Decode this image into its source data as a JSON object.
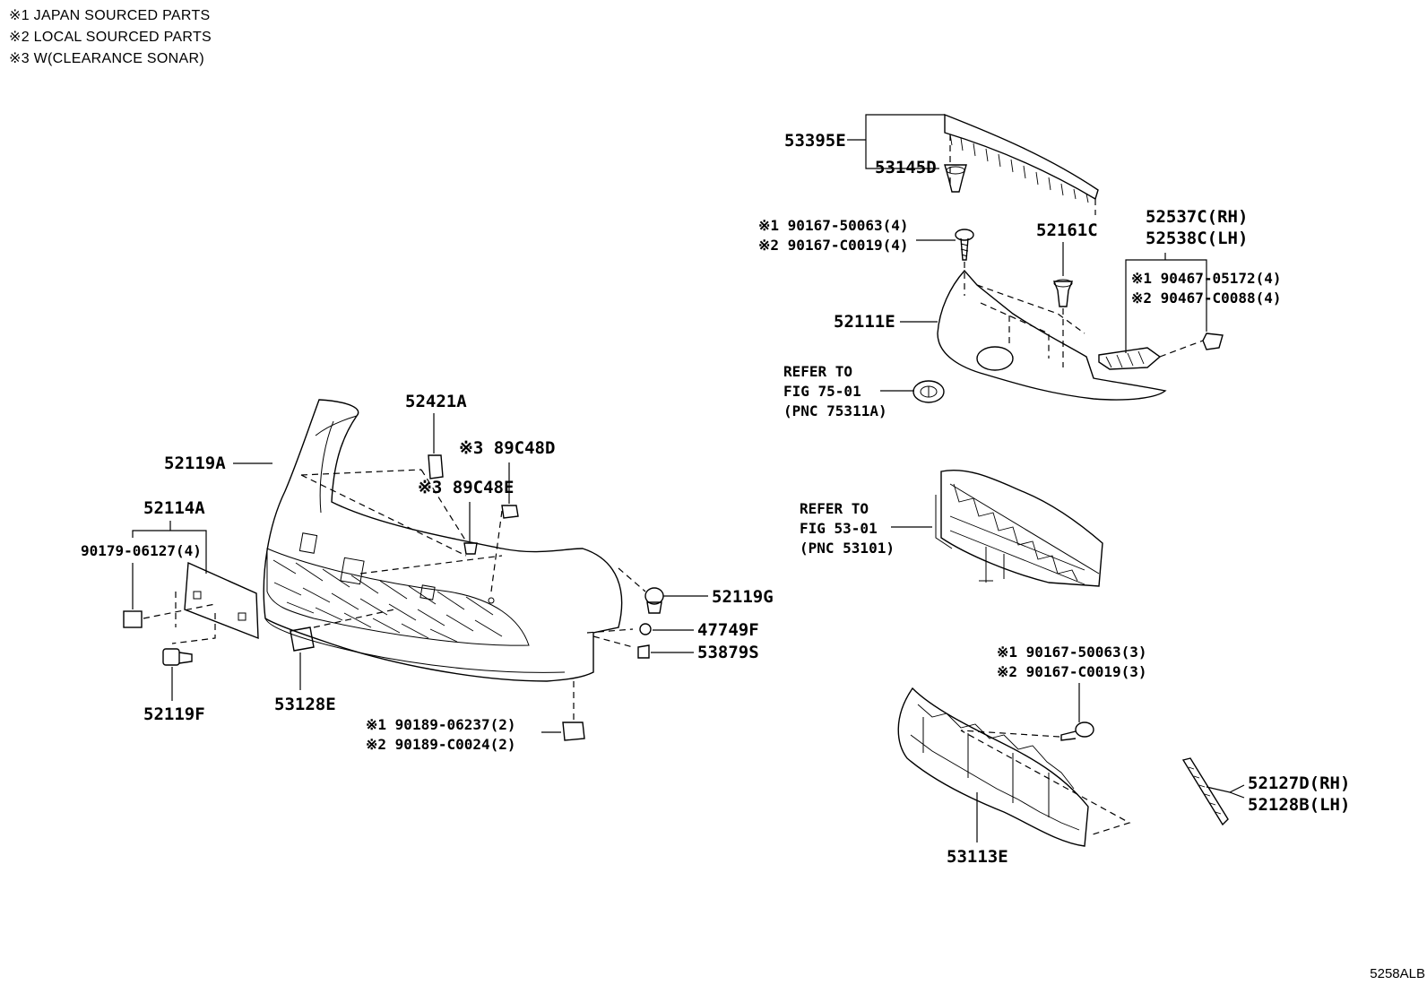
{
  "notes": [
    "※1 JAPAN SOURCED PARTS",
    "※2 LOCAL SOURCED PARTS",
    "※3 W(CLEARANCE SONAR)"
  ],
  "figure_id": "5258ALB",
  "callouts": {
    "p53395E": "53395E",
    "p53145D": "53145D",
    "p190167_50063_4": "※1 90167-50063(4)",
    "p290167_C0019_4": "※2 90167-C0019(4)",
    "p52161C": "52161C",
    "p52537C": "52537C(RH)",
    "p52538C": "52538C(LH)",
    "p190467_05172": "※1 90467-05172(4)",
    "p290467_C0088": "※2 90467-C0088(4)",
    "p52111E": "52111E",
    "refer1_l1": "REFER TO",
    "refer1_l2": "FIG 75-01",
    "refer1_l3": "(PNC 75311A)",
    "p52421A": "52421A",
    "p52119A": "52119A",
    "p389C48D": "※3 89C48D",
    "p389C48E": "※3 89C48E",
    "p52114A": "52114A",
    "p90179": "90179-06127(4)",
    "refer2_l1": "REFER TO",
    "refer2_l2": "FIG 53-01",
    "refer2_l3": "(PNC 53101)",
    "p52119G": "52119G",
    "p47749F": "47749F",
    "p53879S": "53879S",
    "p52119F": "52119F",
    "p53128E": "53128E",
    "p190189": "※1 90189-06237(2)",
    "p290189": "※2 90189-C0024(2)",
    "p190167_50063_3": "※1 90167-50063(3)",
    "p290167_C0019_3": "※2 90167-C0019(3)",
    "p52127D": "52127D(RH)",
    "p52128B": "52128B(LH)",
    "p53113E": "53113E"
  }
}
